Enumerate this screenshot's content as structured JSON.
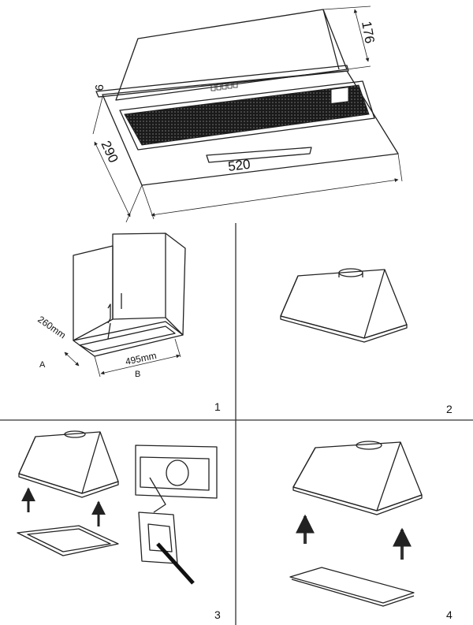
{
  "overview": {
    "dimensions": {
      "depth_top": "176",
      "panel_thickness": "9",
      "side_depth": "290",
      "width": "520"
    }
  },
  "steps": [
    {
      "number": "1",
      "labels": {
        "depth": "260mm",
        "width": "495mm",
        "point_a": "A",
        "point_b": "B"
      }
    },
    {
      "number": "2"
    },
    {
      "number": "3"
    },
    {
      "number": "4"
    }
  ]
}
